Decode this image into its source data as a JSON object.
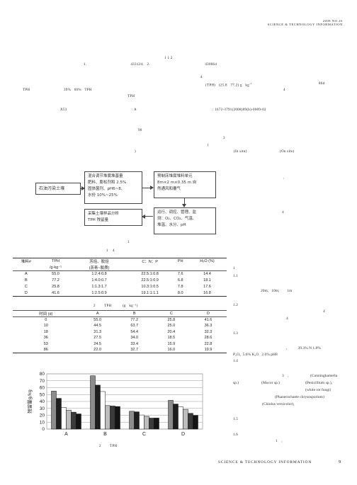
{
  "header": {
    "line1": "2008  NO.26",
    "line2": "SCIENCE & TECHNOLOGY INFORMATION"
  },
  "frontmatter": {
    "sup_marks": "1    1    2",
    "affiliation_nums": "1.                                        433124;   2.                                                  430064",
    "abstract_frag1": "4",
    "abstract_frag2": "(TPH)   (25.8   77.2) g   kg",
    "abstract_frag2_sup": "-1",
    "abstract_frag3": "86d",
    "abstract_line2_a": "TPH",
    "abstract_line2_b": "39%   66%   TPH",
    "abstract_line2_c": "4",
    "abstract_line3": "TPH",
    "classno": "X53",
    "doccode": ": A",
    "articleno": ": 1672-3791(2008)09(b)-0009-02"
  },
  "intro": {
    "frag_90": "90",
    "frag_3": "3",
    "frag_paren": "(",
    "frag_paren_close": ")",
    "insitu": "(In situ)",
    "onsite": "(On site)"
  },
  "flow": {
    "start": "石油污染土壤",
    "box1": [
      "混合调节堆腐堆基量",
      "肥料、膨松剂和  2.5%",
      "固体菌剂、pH6~8、",
      "水份 10%~25%"
    ],
    "box2": [
      "预制床堆腐堆料单元",
      "8m×2 m×0.35 m 自",
      "然通风和覆气"
    ],
    "box3": [
      "采集土壤样品分析",
      "TPH 残留量"
    ],
    "box4": [
      "运行、调控、管理、监",
      "测：O₂、CO₂、气温、",
      "堆温、水分、pH"
    ],
    "caption_num": "1"
  },
  "table1": {
    "caption": "1    4",
    "headers_top": [
      "堆料#",
      "TPH",
      "芳烃、胶烃",
      "C：N：P",
      "PH",
      "H₂O (%)"
    ],
    "headers_sub": [
      "",
      "/g·kg⁻¹",
      "(沥青~胶质)",
      "",
      "",
      ""
    ],
    "rows": [
      [
        "A",
        "55.0",
        "1:2.4:0.8",
        "22.5:1:0.8",
        "7.6",
        "14.4"
      ],
      [
        "B",
        "77.2",
        "1:4.0:0.7",
        "22.5:1:0.9",
        "6.8",
        "18.1"
      ],
      [
        "C",
        "25.8",
        "1:1.3:1.7",
        "10.3:1:0.5",
        "7.8",
        "17.6"
      ],
      [
        "D",
        "41.6",
        "1:2.5:0.9",
        "19.1:1:1.1",
        "8.0",
        "16.8"
      ]
    ]
  },
  "table2": {
    "caption": "2        TPH          (g   kg⁻¹)",
    "headers": [
      "时间 (d)",
      "A",
      "B",
      "C",
      "D"
    ],
    "rows": [
      [
        "0",
        "55.0",
        "77.2",
        "25.8",
        "41.6"
      ],
      [
        "10",
        "44.5",
        "63.7",
        "25.0",
        "36.3"
      ],
      [
        "18",
        "31.3",
        "54.4",
        "20.4",
        "32.3"
      ],
      [
        "36",
        "27.5",
        "34.0",
        "18.5",
        "28.6"
      ],
      [
        "53",
        "24.5",
        "33.4",
        "15.9",
        "22.8"
      ],
      [
        "86",
        "22.0",
        "32.7",
        "16.0",
        "19.9"
      ]
    ]
  },
  "chart_data": {
    "type": "bar",
    "categories": [
      "A",
      "B",
      "C",
      "D"
    ],
    "series": [
      {
        "values": [
          55.0,
          77.2,
          25.8,
          41.6
        ]
      },
      {
        "values": [
          44.5,
          63.7,
          25.0,
          36.3
        ]
      },
      {
        "values": [
          31.3,
          54.4,
          20.4,
          32.3
        ]
      },
      {
        "values": [
          27.5,
          34.0,
          18.5,
          28.6
        ]
      },
      {
        "values": [
          24.5,
          33.4,
          15.9,
          22.8
        ]
      },
      {
        "values": [
          22.0,
          32.7,
          16.0,
          19.9
        ]
      }
    ],
    "series_colors": [
      "#8c8c8c",
      "#1e1e1e",
      "#ffffff",
      "#bdbdbd",
      "#3a3a3a",
      "#141414"
    ],
    "ylabel": "残留量g/kg",
    "yticks": [
      0,
      10,
      20,
      30,
      40,
      50,
      60,
      70,
      80
    ],
    "ylim": [
      0,
      80
    ],
    "grid": true,
    "caption": "2        TPH"
  },
  "right_col": {
    "s1": "1",
    "s11": "1.1",
    "dims": "20m,   10m,        1m",
    "s12": "1.2",
    "frag4a": "4",
    "frag4b": "4",
    "s13": "1.3",
    "nutrients1": ",           39.3% N 1.8%",
    "nutrients2": "P₂O₅  5.6% K₂O   2.6% pH8",
    "s14": "1.4",
    "frag3": "3    ,",
    "fungi1": "(Cunninghamella",
    "fungi2a": "sp.)",
    "fungi2b": "(Mucor sp.)",
    "fungi2c": "(Penicillium sp.),",
    "fungi3": "(white rot fungi)",
    "fungi4": "(Phanerochaete chrysosporium)",
    "fungi5": "(Chiolus versicolor),",
    "s15": "1.5",
    "s16": "1.6",
    "frag1": "1    ,",
    "right_frag_4": "4",
    "right_frag_comma": ","
  },
  "footer": {
    "journal": "SCIENCE & TECHNOLOGY INFORMATION",
    "page": "9"
  }
}
